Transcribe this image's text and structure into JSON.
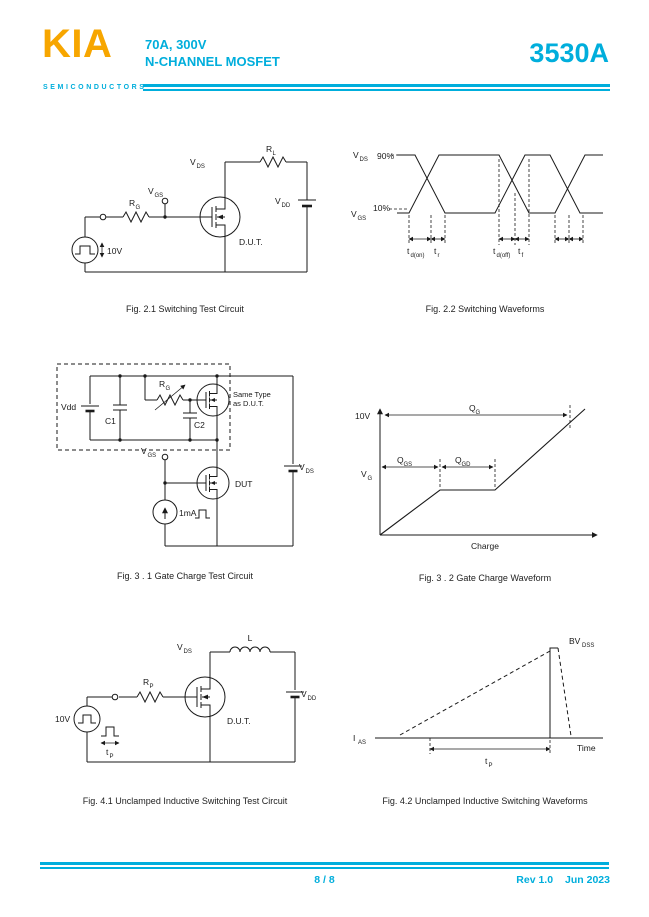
{
  "header": {
    "logo_text": "KIA",
    "logo_subtext": "SEMICONDUCTORS",
    "spec_line1": "70A, 300V",
    "spec_line2": "N-CHANNEL MOSFET",
    "part_number": "3530A"
  },
  "colors": {
    "accent_cyan": "#00AEDC",
    "logo_orange": "#F7A600",
    "diagram_ink": "#1A1A1A"
  },
  "figures": {
    "fig21": {
      "caption": "Fig. 2.1 Switching Test Circuit",
      "labels": {
        "vds_main": "V",
        "vds_sub": "DS",
        "rl_main": "R",
        "rl_sub": "L",
        "vdd_main": "V",
        "vdd_sub": "DD",
        "vgs_main": "V",
        "vgs_sub": "GS",
        "rg_main": "R",
        "rg_sub": "G",
        "pulse_voltage": "10V",
        "dut": "D.U.T."
      }
    },
    "fig22": {
      "caption": "Fig. 2.2 Switching Waveforms",
      "labels": {
        "vds_main": "V",
        "vds_sub": "DS",
        "vgs_main": "V",
        "vgs_sub": "GS",
        "p90": "90%",
        "p10": "10%",
        "td_on_main": "t",
        "td_on_sub": "d(on)",
        "tr_main": "t",
        "tr_sub": "r",
        "td_off_main": "t",
        "td_off_sub": "d(off)",
        "tf_main": "t",
        "tf_sub": "f"
      }
    },
    "fig31": {
      "caption": "Fig. 3 . 1 Gate Charge Test Circuit",
      "labels": {
        "vdd": "Vdd",
        "c1": "C1",
        "c2": "C2",
        "rg_main": "R",
        "rg_sub": "G",
        "same_type_line1": "Same Type",
        "same_type_line2": "as D.U.T.",
        "vgs_main": "V",
        "vgs_sub": "GS",
        "vds_main": "V",
        "vds_sub": "DS",
        "dut": "DUT",
        "current": "1mA"
      }
    },
    "fig32": {
      "caption": "Fig. 3 . 2 Gate Charge Waveform",
      "labels": {
        "v10": "10V",
        "qg_main": "Q",
        "qg_sub": "G",
        "qgs_main": "Q",
        "qgs_sub": "GS",
        "qgd_main": "Q",
        "qgd_sub": "GD",
        "vg_main": "V",
        "vg_sub": "G",
        "xlabel": "Charge"
      }
    },
    "fig41": {
      "caption": "Fig. 4.1 Unclamped Inductive Switching Test Circuit",
      "labels": {
        "vds_main": "V",
        "vds_sub": "DS",
        "inductor": "L",
        "vdd_main": "V",
        "vdd_sub": "DD",
        "rp_main": "R",
        "rp_sub": "P",
        "pulse_voltage": "10V",
        "dut": "D.U.T.",
        "tp_main": "t",
        "tp_sub": "P"
      }
    },
    "fig42": {
      "caption": "Fig. 4.2 Unclamped Inductive Switching Waveforms",
      "labels": {
        "bvdss_main": "BV",
        "bvdss_sub": "DSS",
        "ias_main": "I",
        "ias_sub": "AS",
        "tp_main": "t",
        "tp_sub": "P",
        "time": "Time"
      }
    }
  },
  "footer": {
    "page_indicator": "8 / 8",
    "revision": "Rev 1.0",
    "date": "Jun 2023"
  }
}
